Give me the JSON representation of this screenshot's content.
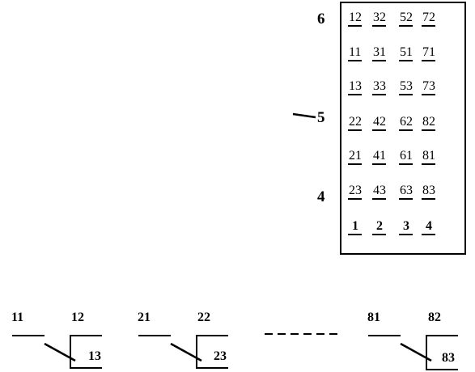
{
  "side_labels": {
    "top": "6",
    "middle": "5",
    "bottom": "4"
  },
  "grid_rows": [
    [
      "12",
      "32",
      "52",
      "72"
    ],
    [
      "11",
      "31",
      "51",
      "71"
    ],
    [
      "13",
      "33",
      "53",
      "73"
    ],
    [
      "22",
      "42",
      "62",
      "82"
    ],
    [
      "21",
      "41",
      "61",
      "81"
    ],
    [
      "23",
      "43",
      "63",
      "83"
    ],
    [
      "1",
      "2",
      "3",
      "4"
    ]
  ],
  "contacts": [
    {
      "left": "11",
      "right": "12",
      "bottom": "13"
    },
    {
      "left": "21",
      "right": "22",
      "bottom": "23"
    },
    {
      "left": "81",
      "right": "82",
      "bottom": "83"
    }
  ]
}
